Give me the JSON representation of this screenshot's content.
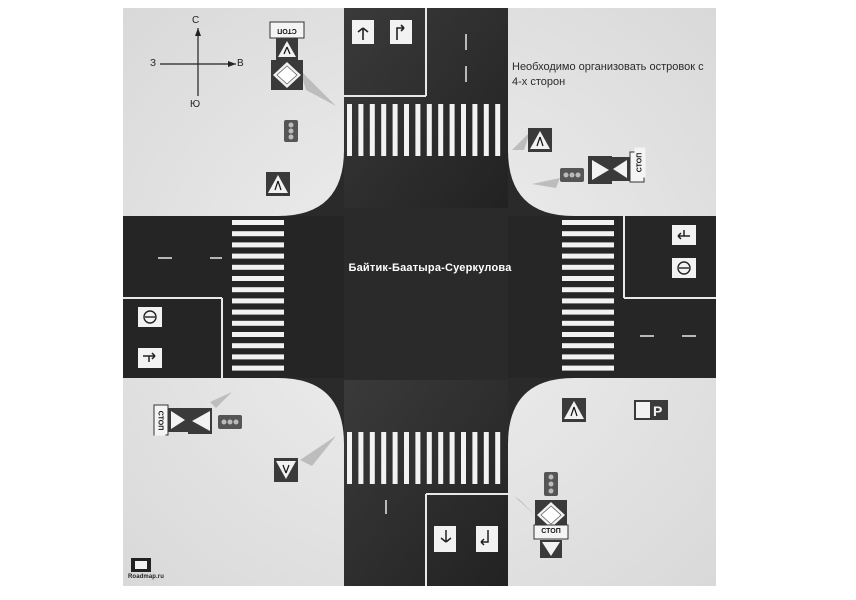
{
  "map": {
    "note": "Необходимо организовать островок с 4-х сторон",
    "street_name": "Байтик-Баатыра-Суеркулова",
    "compass": {
      "north": "С",
      "south": "Ю",
      "west": "З",
      "east": "В"
    },
    "stop_label": "СТОП",
    "logo_text": "Roadmap.ru",
    "colors": {
      "road": "#2b2b2b",
      "background": "#ffffff",
      "sidewalk": "#e8e8e8",
      "marking": "#ffffff",
      "sign_blue": "#3a3a3a"
    },
    "signs": [
      {
        "name": "stop-sign-north-west",
        "type": "stop"
      },
      {
        "name": "main-road-sign-north-west",
        "type": "main-road"
      },
      {
        "name": "traffic-light-north-west",
        "type": "traffic-light"
      },
      {
        "name": "pedestrian-crossing-sign-north-west",
        "type": "pedestrian-crossing"
      },
      {
        "name": "pedestrian-crossing-sign-north-east",
        "type": "pedestrian-crossing"
      },
      {
        "name": "traffic-light-east",
        "type": "traffic-light"
      },
      {
        "name": "give-way-sign-east",
        "type": "give-way"
      },
      {
        "name": "stop-sign-east",
        "type": "stop"
      },
      {
        "name": "stop-sign-west",
        "type": "stop"
      },
      {
        "name": "give-way-sign-west",
        "type": "give-way"
      },
      {
        "name": "traffic-light-west",
        "type": "traffic-light"
      },
      {
        "name": "pedestrian-crossing-sign-south-west",
        "type": "pedestrian-crossing"
      },
      {
        "name": "pedestrian-crossing-sign-south-east",
        "type": "pedestrian-crossing"
      },
      {
        "name": "parking-sign-south-east",
        "type": "parking"
      },
      {
        "name": "traffic-light-south",
        "type": "traffic-light"
      },
      {
        "name": "main-road-sign-south",
        "type": "main-road"
      },
      {
        "name": "stop-sign-south",
        "type": "stop"
      }
    ]
  }
}
